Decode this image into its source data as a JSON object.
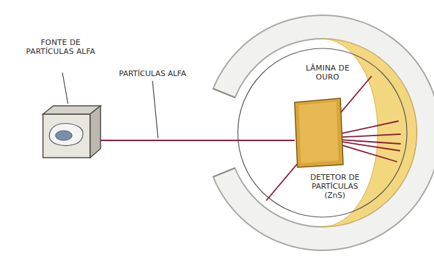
{
  "diagram": {
    "nodes": [
      {
        "text": [
          "FONTE DE PARTÍCULAS ALFA"
        ]
      },
      {
        "text": [
          "LÂMINA DE OURO"
        ]
      }
    ],
    "edges": [
      {
        "from": 0,
        "to": 1,
        "arrow": "none",
        "label": "PARTÍCULAS ALFA"
      }
    ],
    "labels": [
      "DETETOR DE PARTÍCULAS (ZnS)"
    ]
  }
}
